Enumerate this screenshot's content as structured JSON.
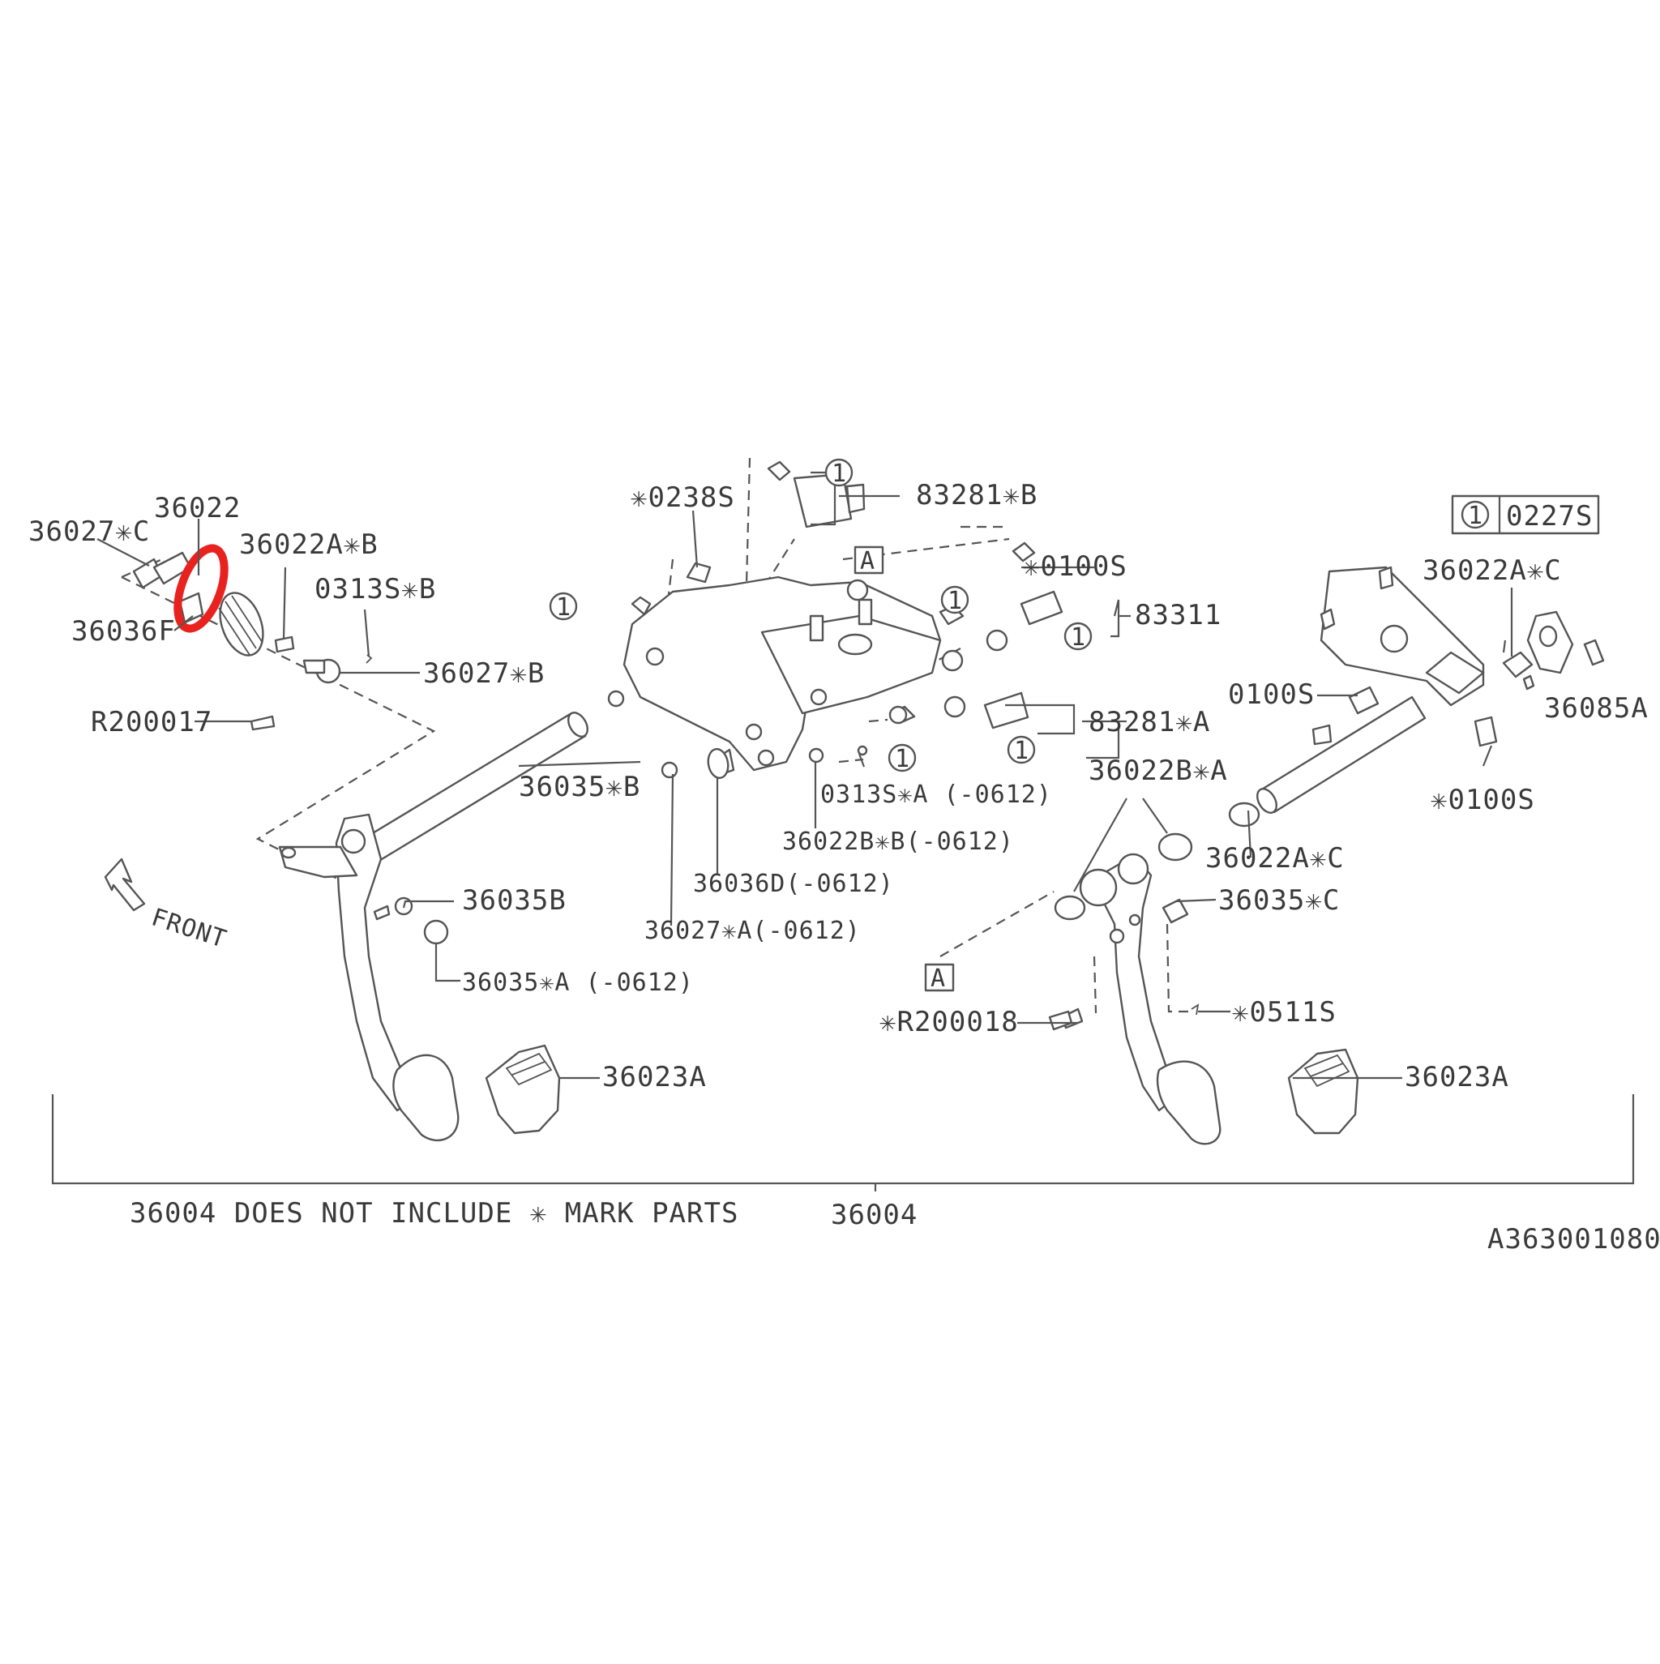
{
  "diagram": {
    "labels": {
      "p36022": "36022",
      "p36027c": "36027✳C",
      "p36022ab": "36022A✳B",
      "p0313sb": "0313S✳B",
      "p36036f": "36036F",
      "p36027b": "36027✳B",
      "pR200017": "R200017",
      "p0238s": "✳0238S",
      "p83281b": "83281✳B",
      "p0100s_top": "✳0100S",
      "p83311": "83311",
      "p83281a": "83281✳A",
      "p36035b_star": "36035✳B",
      "p0313sa": "0313S✳A (-0612)",
      "p36022bb": "36022B✳B(-0612)",
      "p36036d": "36036D(-0612)",
      "p36027a": "36027✳A(-0612)",
      "p36035b": "36035B",
      "p36035a": "36035✳A (-0612)",
      "p36023a_left": "36023A",
      "p36022ac_top": "36022A✳C",
      "p0100s_right": "0100S",
      "p36085a": "36085A",
      "p0100s_bottom": "✳0100S",
      "p36022ba": "36022B✳A",
      "p36022ac_bottom": "36022A✳C",
      "p36035c": "36035✳C",
      "pR200018": "✳R200018",
      "p0511s": "✳0511S",
      "p36023a_right": "36023A",
      "p36004": "36004"
    },
    "legend": {
      "circle_num": "1",
      "code": "0227S"
    },
    "ref_box": "A",
    "circle_mark": "1",
    "front": "FRONT",
    "note": "36004 DOES NOT INCLUDE ✳ MARK PARTS",
    "figure_id": "A363001080",
    "highlight_color": "#e8231f"
  }
}
